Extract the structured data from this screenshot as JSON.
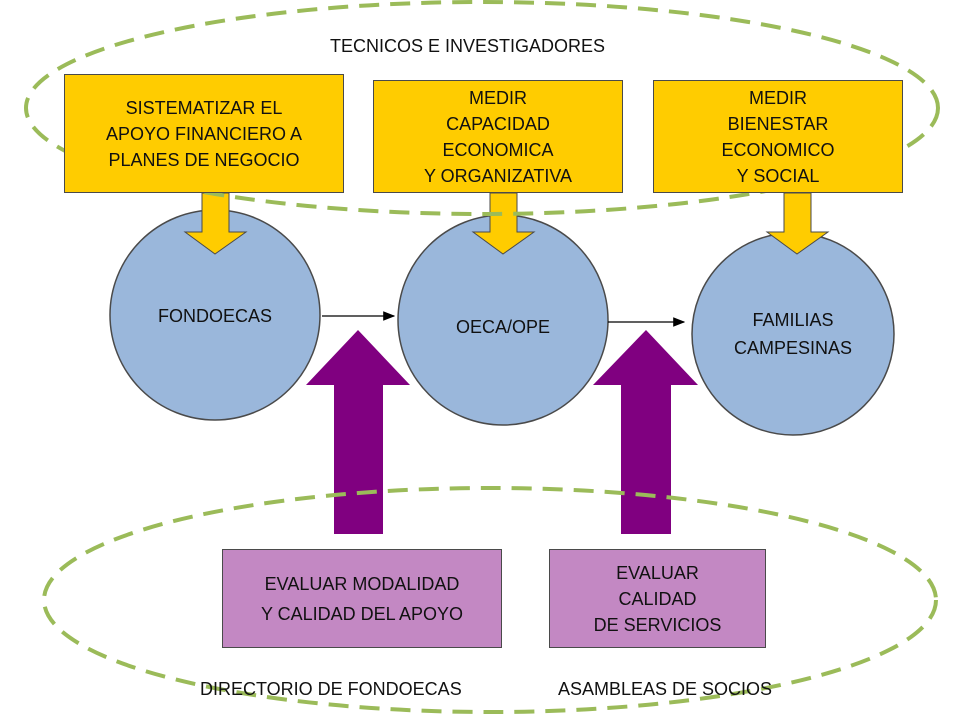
{
  "top_group": {
    "label": "TECNICOS E INVESTIGADORES"
  },
  "bottom_group": {
    "label_left": "DIRECTORIO DE FONDOECAS",
    "label_right": "ASAMBLEAS DE SOCIOS"
  },
  "boxes": {
    "sistematizar": [
      "SISTEMATIZAR EL",
      "APOYO FINANCIERO A",
      "PLANES DE NEGOCIO"
    ],
    "medir_capacidad": [
      "MEDIR",
      "CAPACIDAD",
      "ECONOMICA",
      "Y ORGANIZATIVA"
    ],
    "medir_bienestar": [
      "MEDIR",
      "BIENESTAR",
      "ECONOMICO",
      "Y SOCIAL"
    ],
    "evaluar_modalidad": [
      "EVALUAR MODALIDAD",
      "Y CALIDAD DEL APOYO"
    ],
    "evaluar_calidad": [
      "EVALUAR",
      "CALIDAD",
      "DE SERVICIOS"
    ]
  },
  "nodes": {
    "fondoecas": [
      "FONDOECAS"
    ],
    "oeca": [
      "OECA/OPE"
    ],
    "familias": [
      "FAMILIAS",
      "CAMPESINAS"
    ]
  },
  "colors": {
    "yellow_box": "#ffcc00",
    "pink_box": "#c388c3",
    "circle": "#9ab7db",
    "purple_arrow": "#800080",
    "dashed_ellipse": "#9bbb59"
  }
}
